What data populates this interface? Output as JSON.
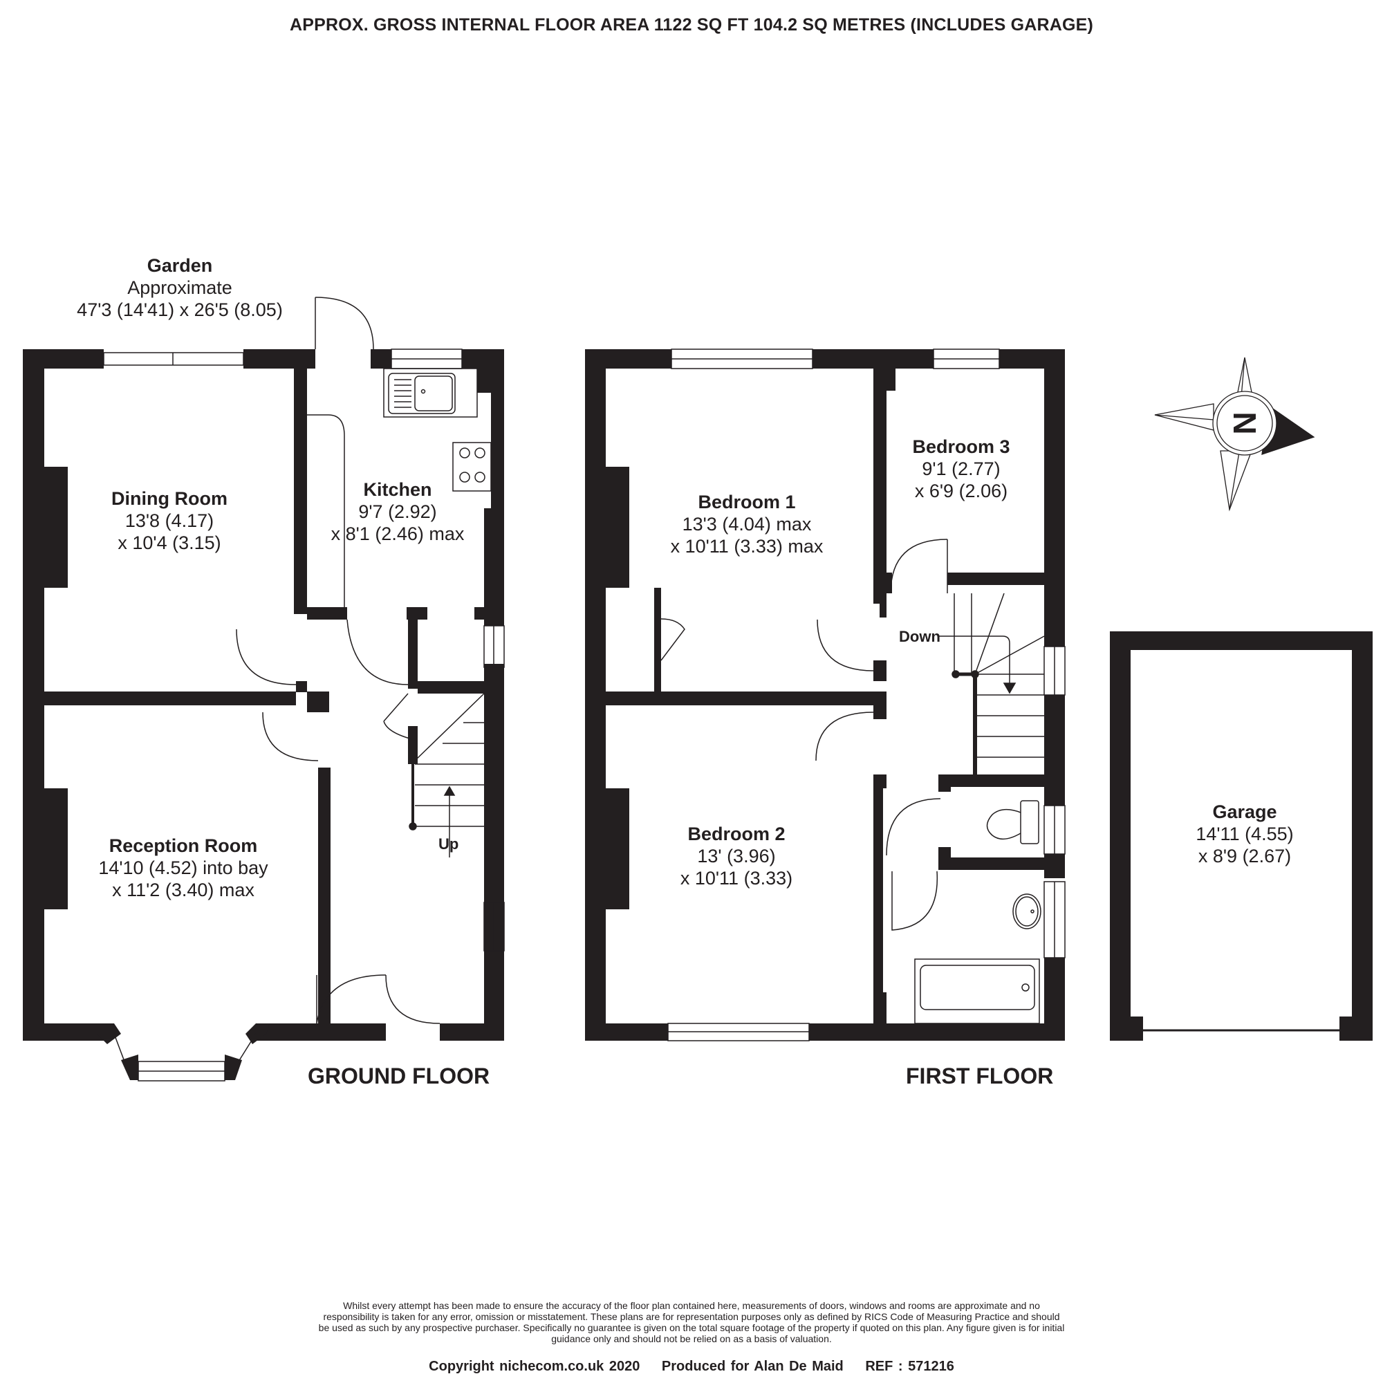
{
  "header": {
    "title": "APPROX. GROSS INTERNAL FLOOR AREA 1122 SQ FT 104.2 SQ METRES (INCLUDES GARAGE)"
  },
  "garden": {
    "name": "Garden",
    "line1": "Approximate",
    "line2": "47'3 (14'41) x 26'5 (8.05)"
  },
  "ground_floor": {
    "title": "GROUND FLOOR",
    "stairs_label": "Up",
    "rooms": [
      {
        "name": "Dining Room",
        "dim1": "13'8 (4.17)",
        "dim2": "x 10'4 (3.15)"
      },
      {
        "name": "Kitchen",
        "dim1": "9'7 (2.92)",
        "dim2": "x 8'1 (2.46) max"
      },
      {
        "name": "Reception Room",
        "dim1": "14'10 (4.52) into bay",
        "dim2": "x 11'2 (3.40) max"
      }
    ]
  },
  "first_floor": {
    "title": "FIRST FLOOR",
    "stairs_label": "Down",
    "rooms": [
      {
        "name": "Bedroom 1",
        "dim1": "13'3 (4.04) max",
        "dim2": "x 10'11 (3.33) max"
      },
      {
        "name": "Bedroom 3",
        "dim1": "9'1 (2.77)",
        "dim2": "x 6'9 (2.06)"
      },
      {
        "name": "Bedroom 2",
        "dim1": "13' (3.96)",
        "dim2": "x 10'11 (3.33)"
      }
    ]
  },
  "garage": {
    "name": "Garage",
    "dim1": "14'11 (4.55)",
    "dim2": "x 8'9 (2.67)"
  },
  "compass": {
    "icon": "compass-north-icon",
    "letter": "N"
  },
  "footer": {
    "disclaimer": "Whilst every attempt has been made to ensure the accuracy of the floor plan contained here, measurements of doors, windows and rooms are approximate and no responsibility is taken for any error, omission or misstatement. These plans are for representation purposes only as defined by RICS Code of Measuring Practice and should be used as such by any prospective purchaser.  Specifically no guarantee is given on the total square footage of the property if quoted on this plan. Any figure given is for initial guidance only and should not be relied on as a basis of valuation.",
    "copyright": "Copyright nichecom.co.uk 2020",
    "produced_for": "Produced for Alan De Maid",
    "ref": "REF :  571216"
  },
  "colors": {
    "wall": "#231f20",
    "background": "#ffffff",
    "line": "#231f20"
  }
}
